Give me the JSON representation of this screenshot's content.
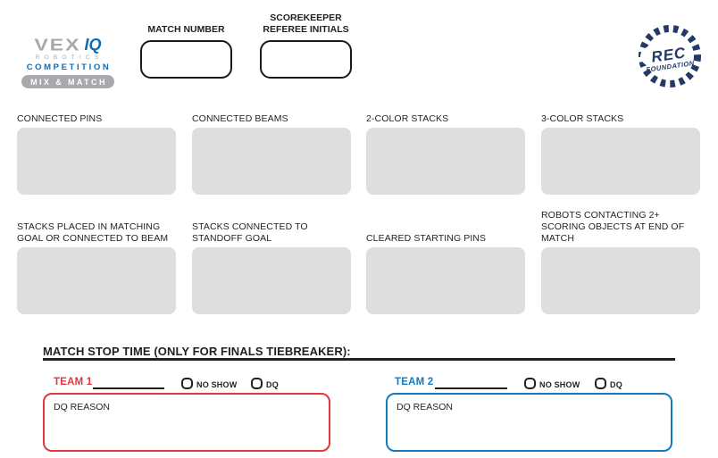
{
  "header": {
    "logo": {
      "vex": "VEX",
      "iq": "IQ",
      "robotics": "ROBOTICS",
      "competition": "COMPETITION",
      "season": "MIX & MATCH"
    },
    "match_number": {
      "label": "MATCH NUMBER",
      "value": ""
    },
    "scorekeeper": {
      "label_line1": "SCOREKEEPER",
      "label_line2": "REFEREE INITIALS",
      "value": ""
    },
    "rec_foundation": {
      "name": "REC",
      "subname": "FOUNDATION"
    }
  },
  "score_fields": [
    {
      "label": "CONNECTED PINS",
      "value": ""
    },
    {
      "label": "CONNECTED BEAMS",
      "value": ""
    },
    {
      "label": "2-COLOR STACKS",
      "value": ""
    },
    {
      "label": "3-COLOR STACKS",
      "value": ""
    },
    {
      "label": "STACKS PLACED IN MATCHING GOAL OR CONNECTED TO BEAM",
      "value": ""
    },
    {
      "label": "STACKS CONNECTED TO STANDOFF GOAL",
      "value": ""
    },
    {
      "label": "CLEARED STARTING PINS",
      "value": ""
    },
    {
      "label": "ROBOTS CONTACTING 2+ SCORING OBJECTS AT END OF MATCH",
      "value": ""
    }
  ],
  "match_stop": {
    "title": "MATCH STOP TIME (ONLY FOR FINALS TIEBREAKER):"
  },
  "teams": [
    {
      "label": "TEAM 1",
      "team_number": "",
      "no_show_label": "NO SHOW",
      "no_show_checked": false,
      "dq_label": "DQ",
      "dq_checked": false,
      "dq_reason_label": "DQ REASON",
      "dq_reason_text": "",
      "accent_color": "#DC3A3E"
    },
    {
      "label": "TEAM 2",
      "team_number": "",
      "no_show_label": "NO SHOW",
      "no_show_checked": false,
      "dq_label": "DQ",
      "dq_checked": false,
      "dq_reason_label": "DQ REASON",
      "dq_reason_text": "",
      "accent_color": "#147BC0"
    }
  ],
  "colors": {
    "field_box_gray": "#DEDEDE",
    "text": "#231F20",
    "team1_red": "#DC3A3E",
    "team2_blue": "#147BC0",
    "vex_gray": "#A7A9AC",
    "vex_blue": "#0C6CB7",
    "rec_navy": "#233A66"
  }
}
